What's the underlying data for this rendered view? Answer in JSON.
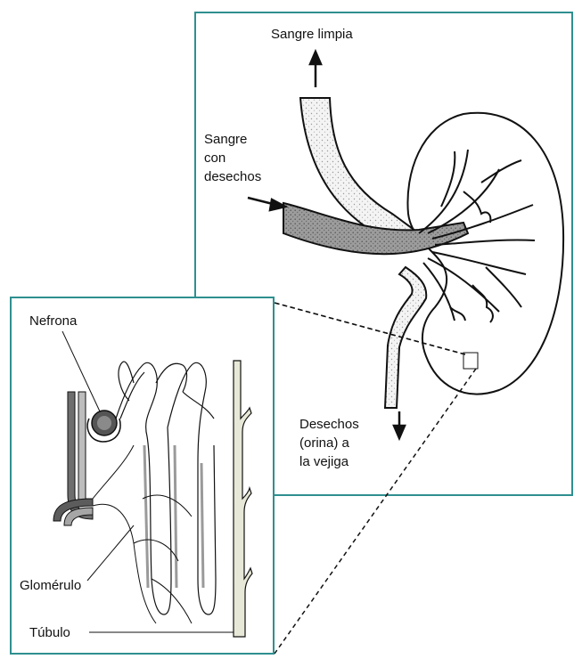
{
  "labels": {
    "clean_blood": "Sangre limpia",
    "blood_waste_line1": "Sangre",
    "blood_waste_line2": "con",
    "blood_waste_line3": "desechos",
    "waste_line1": "Desechos",
    "waste_line2": "(orina) a",
    "waste_line3": "la vejiga",
    "nephron": "Nefrona",
    "glomerulus": "Glomérulo",
    "tubule": "Túbulo"
  },
  "colors": {
    "frame": "#2f8f8f",
    "ink": "#111111",
    "vessel_dark": "#7a7a7a",
    "vessel_light": "#d9d9d9",
    "tubule_fill": "#e8e8d8"
  }
}
